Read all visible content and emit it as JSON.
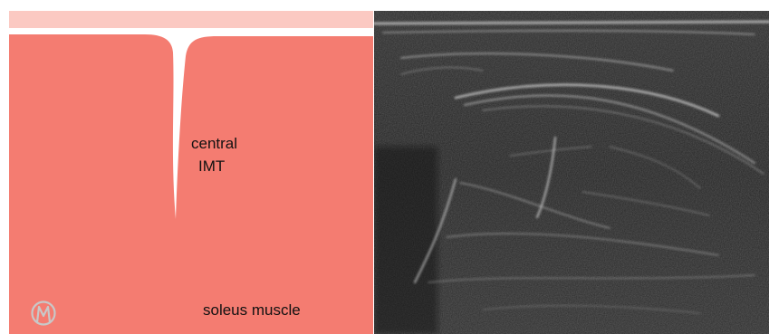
{
  "diagram": {
    "central_label": "central",
    "imt_label": "IMT",
    "muscle_label": "soleus muscle",
    "logo_text": "CM"
  },
  "colors": {
    "muscle": "#f47c71",
    "top_band": "#fbc9c2",
    "ultrasound_bg": "#1f1f1f"
  }
}
